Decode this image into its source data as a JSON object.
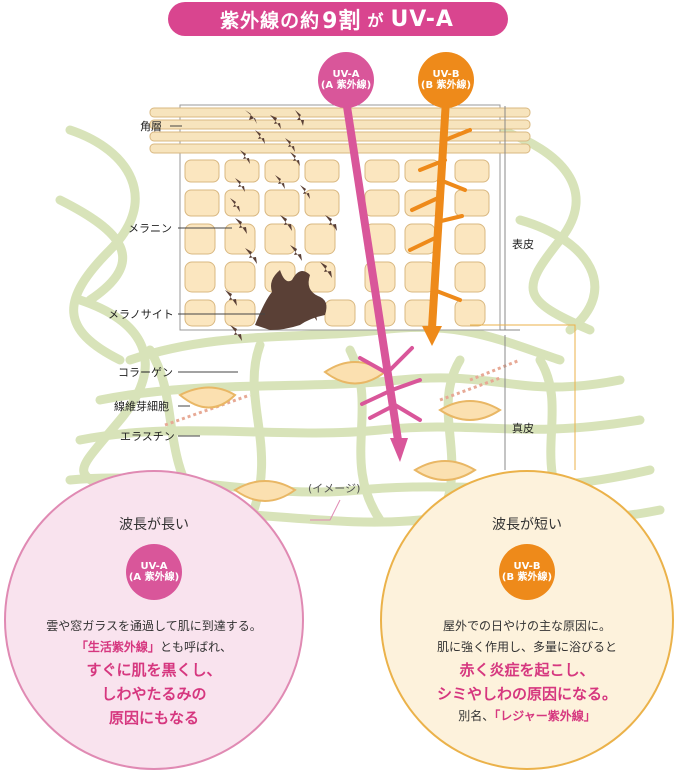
{
  "title": {
    "part1": "紫外線の約",
    "number": "9割",
    "part2": "が",
    "part3": "UV-A"
  },
  "badges": {
    "uva": {
      "line1": "UV-A",
      "line2": "(A 紫外線)"
    },
    "uvb": {
      "line1": "UV-B",
      "line2": "(B 紫外線)"
    }
  },
  "layer_labels": {
    "stratum_corneum": "角層",
    "melanin": "メラニン",
    "melanocyte": "メラノサイト",
    "collagen": "コラーゲン",
    "fibroblast": "線維芽細胞",
    "elastin": "エラスチン",
    "epidermis": "表皮",
    "dermis": "真皮"
  },
  "image_note": "(イメージ)",
  "callout_a": {
    "heading": "波長が長い",
    "badge_line1": "UV-A",
    "badge_line2": "(A 紫外線)",
    "line1": "雲や窓ガラスを通過して肌に到達する。",
    "line2_quote": "「生活紫外線」",
    "line2_rest": "とも呼ばれ、",
    "strong1": "すぐに肌を黒くし、",
    "strong2": "しわやたるみの",
    "strong3": "原因にもなる"
  },
  "callout_b": {
    "heading": "波長が短い",
    "badge_line1": "UV-B",
    "badge_line2": "(B 紫外線)",
    "line1": "屋外での日やけの主な原因に。",
    "line2": "肌に強く作用し、多量に浴びると",
    "strong1": "赤く炎症を起こし、",
    "strong2": "シミやしわの原因になる。",
    "line3_prefix": "別名、",
    "line3_quote": "「レジャー紫外線」"
  },
  "colors": {
    "uva": "#d9569a",
    "uvb": "#ee8a1a",
    "title_bg": "#d9458f",
    "cell_fill": "#fbe6bf",
    "fiber": "#dfe8c4",
    "melanin": "#5a4036"
  },
  "icons": [
    "uva-arrow",
    "uvb-arrow",
    "melanocyte-shape",
    "cell-shape",
    "fiber-network"
  ]
}
